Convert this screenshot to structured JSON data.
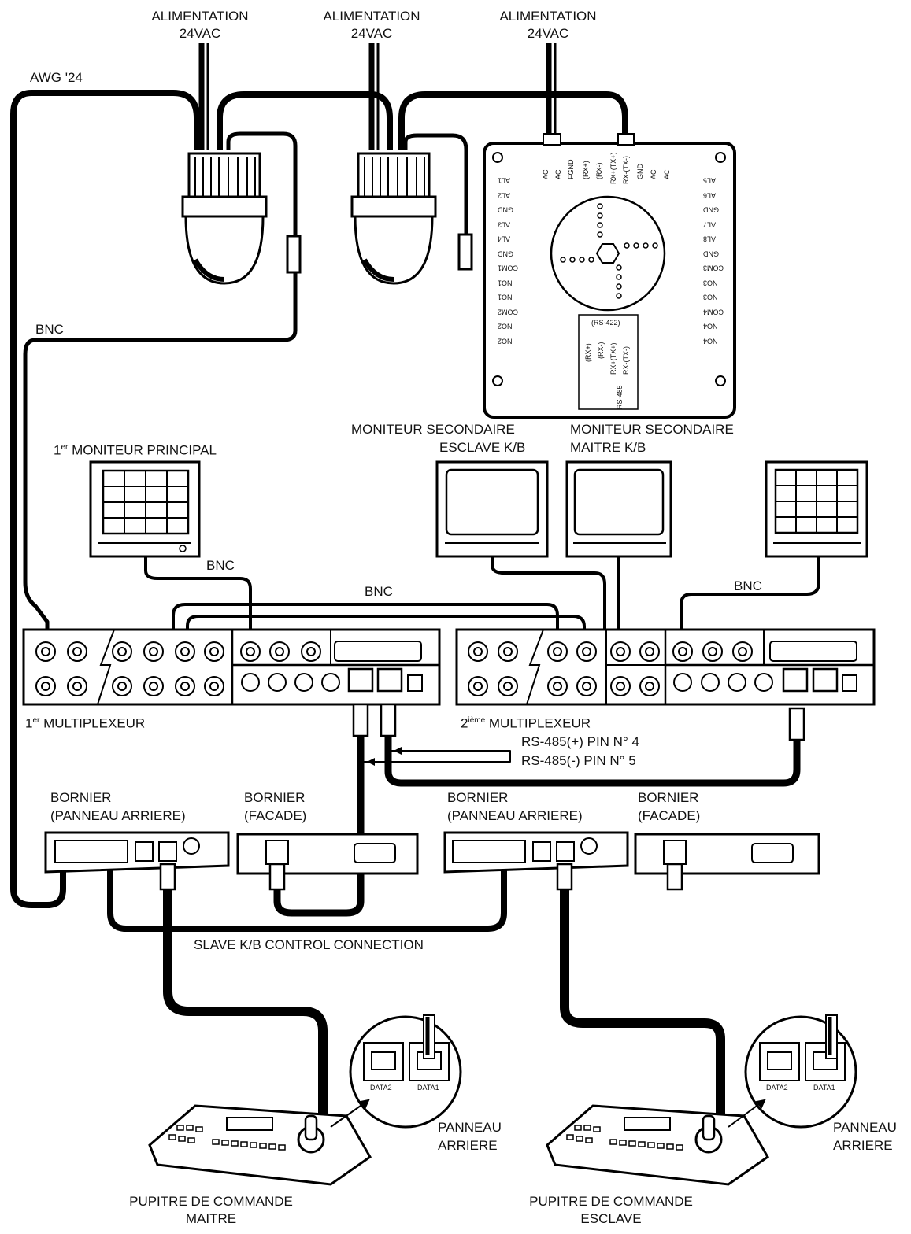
{
  "power": [
    {
      "line1": "ALIMENTATION",
      "line2": "24VAC"
    },
    {
      "line1": "ALIMENTATION",
      "line2": "24VAC"
    },
    {
      "line1": "ALIMENTATION",
      "line2": "24VAC"
    }
  ],
  "cable_labels": {
    "awg": "AWG '24",
    "bnc_top": "BNC",
    "bnc_monitor1": "BNC",
    "bnc_mux": "BNC",
    "bnc_right": "BNC",
    "slave_kb": "SLAVE K/B CONTROL CONNECTION"
  },
  "terminal_board": {
    "top_pins": [
      "AC",
      "AC",
      "FGND",
      "(RX+)",
      "(RX-)",
      "RX+(TX+)",
      "RX-(TX-)",
      "GND",
      "AC",
      "AC"
    ],
    "left_pins": [
      "AL1",
      "AL2",
      "GND",
      "AL3",
      "AL4",
      "GND",
      "COM1",
      "NO1",
      "NO1",
      "COM2",
      "NO2",
      "NO2"
    ],
    "right_pins": [
      "AL5",
      "AL6",
      "GND",
      "AL7",
      "AL8",
      "GND",
      "COM3",
      "NO3",
      "NO3",
      "COM4",
      "NO4",
      "NO4"
    ],
    "rs422": "(RS-422)",
    "rs485": "RS-485",
    "rs_pins": [
      "(RX+)",
      "(RX-)",
      "RX+(TX+)",
      "RX-(TX-)"
    ]
  },
  "monitors": {
    "main_prefix": "1",
    "main_sup": "er",
    "main": "MONITEUR PRINCIPAL",
    "secondary_slave_l1": "MONITEUR SECONDAIRE",
    "secondary_slave_l2": "ESCLAVE K/B",
    "secondary_master_l1": "MONITEUR SECONDAIRE",
    "secondary_master_l2": "MAITRE K/B"
  },
  "multiplexers": {
    "first_prefix": "1",
    "first_sup": "er",
    "first": "MULTIPLEXEUR",
    "second_prefix": "2",
    "second_sup": "ième",
    "second": "MULTIPLEXEUR"
  },
  "rs485": {
    "plus": "RS-485(+) PIN N° 4",
    "minus": "RS-485(-) PIN N° 5"
  },
  "borniers": {
    "rear_l1": "BORNIER",
    "rear_l2": "(PANNEAU ARRIERE)",
    "front_l1": "BORNIER",
    "front_l2": "(FACADE)"
  },
  "keyboards": {
    "rear_panel_l1": "PANNEAU",
    "rear_panel_l2": "ARRIERE",
    "master_l1": "PUPITRE DE COMMANDE",
    "master_l2": "MAITRE",
    "slave_l1": "PUPITRE DE COMMANDE",
    "slave_l2": "ESCLAVE",
    "port1": "DATA2",
    "port2": "DATA1"
  }
}
